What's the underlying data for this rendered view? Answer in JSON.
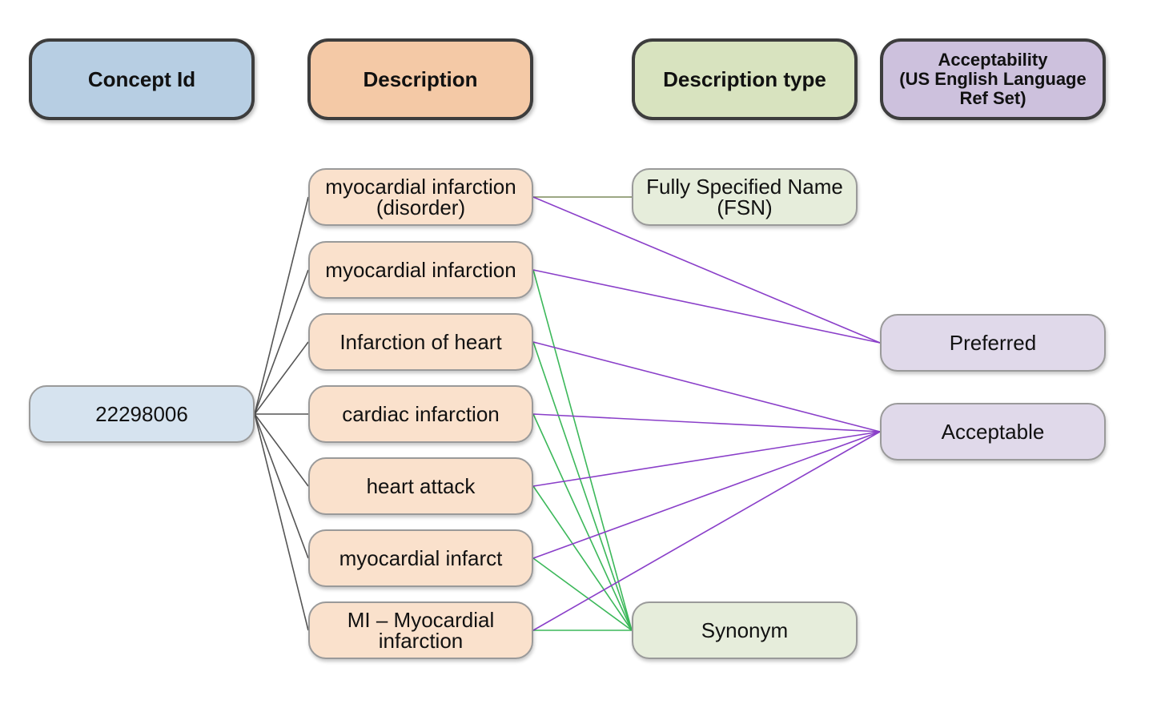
{
  "headers": {
    "concept_id": "Concept Id",
    "description": "Description",
    "description_type": "Description type",
    "acceptability": "Acceptability\n(US English Language\nRef Set)"
  },
  "concept": {
    "id": "22298006"
  },
  "descriptions": [
    {
      "term": "myocardial infarction\n(disorder)",
      "type": "fsn",
      "acceptability": "preferred"
    },
    {
      "term": "myocardial infarction",
      "type": "synonym",
      "acceptability": "preferred"
    },
    {
      "term": "Infarction of heart",
      "type": "synonym",
      "acceptability": "acceptable"
    },
    {
      "term": "cardiac infarction",
      "type": "synonym",
      "acceptability": "acceptable"
    },
    {
      "term": "heart attack",
      "type": "synonym",
      "acceptability": "acceptable"
    },
    {
      "term": "myocardial infarct",
      "type": "synonym",
      "acceptability": "acceptable"
    },
    {
      "term": "MI – Myocardial\ninfarction",
      "type": "synonym",
      "acceptability": "acceptable"
    }
  ],
  "description_types": {
    "fsn": "Fully Specified Name\n(FSN)",
    "synonym": "Synonym"
  },
  "acceptabilities": {
    "preferred": "Preferred",
    "acceptable": "Acceptable"
  },
  "colors": {
    "concept_edge": "#555555",
    "fsn_edge": "#7c8a5c",
    "synonym_edge": "#3cb85a",
    "acceptability_edge": "#8a3fc9"
  }
}
